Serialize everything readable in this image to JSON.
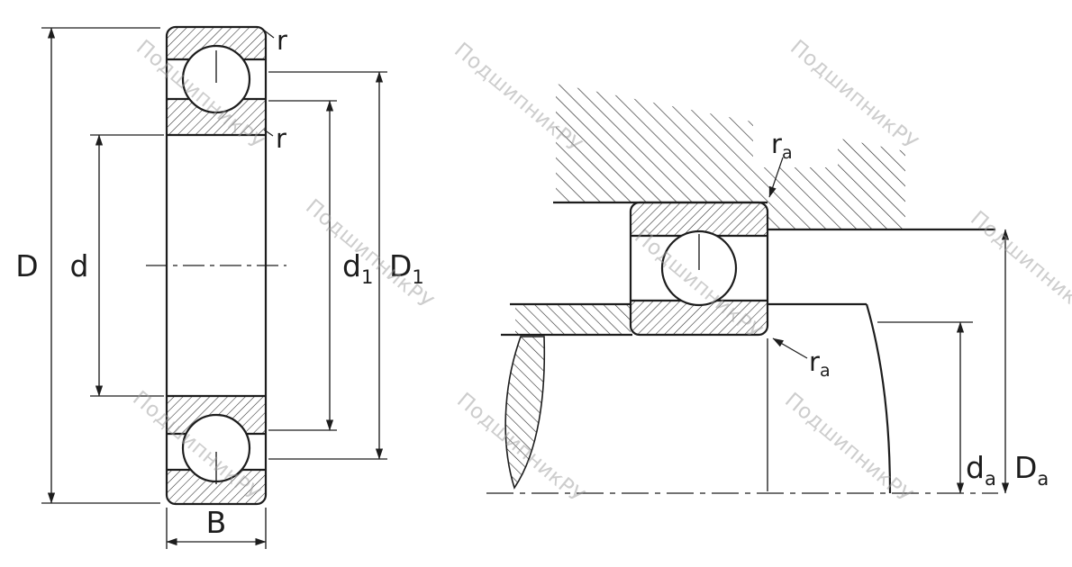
{
  "watermark": {
    "text": "ПодшипникРУ"
  },
  "left_view": {
    "labels": {
      "D": "D",
      "d": "d",
      "d1": {
        "main": "d",
        "sub": "1"
      },
      "D1": {
        "main": "D",
        "sub": "1"
      },
      "B": "B",
      "r_top": "r",
      "r_side": "r"
    }
  },
  "right_view": {
    "labels": {
      "ra_top": {
        "main": "r",
        "sub": "a"
      },
      "ra_bottom": {
        "main": "r",
        "sub": "a"
      },
      "da": {
        "main": "d",
        "sub": "a"
      },
      "Da": {
        "main": "D",
        "sub": "a"
      }
    }
  },
  "colors": {
    "line": "#1d1d1d",
    "hatch": "#2a2a2a",
    "watermark": "#9b9b9b",
    "background": "#ffffff"
  }
}
